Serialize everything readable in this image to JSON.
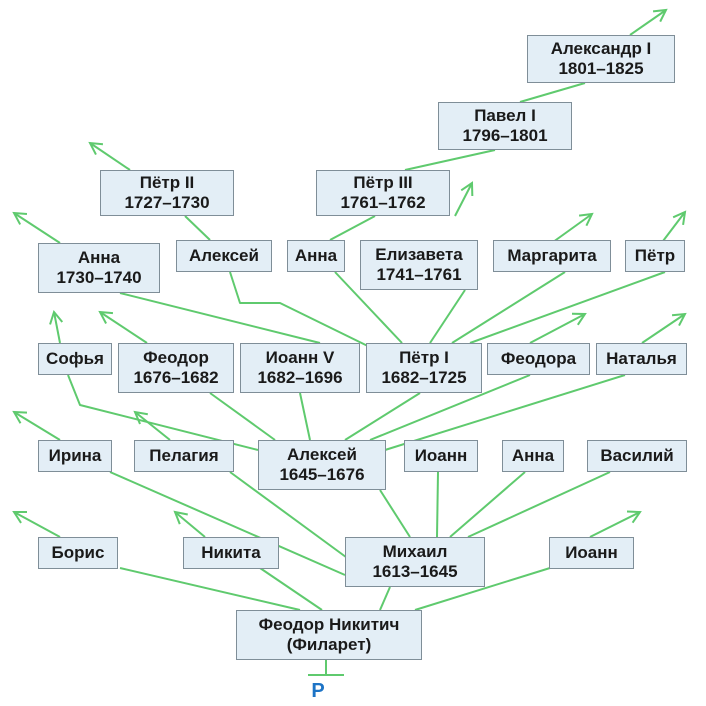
{
  "colors": {
    "line": "#5fca6e",
    "box_fill": "#e3eef6",
    "box_border": "#7f8e98",
    "text": "#1a1a1a",
    "root_letter": "#1d74c6"
  },
  "root_letter": "Р",
  "nodes": {
    "filaret": {
      "name": "Феодор Никитич",
      "years": "(Филарет)"
    },
    "boris": {
      "name": "Борис",
      "years": ""
    },
    "nikita": {
      "name": "Никита",
      "years": ""
    },
    "mikhail": {
      "name": "Михаил",
      "years": "1613–1645"
    },
    "ioann_g1": {
      "name": "Иоанн",
      "years": ""
    },
    "irina": {
      "name": "Ирина",
      "years": ""
    },
    "pelageya": {
      "name": "Пелагия",
      "years": ""
    },
    "aleksey_1645": {
      "name": "Алексей",
      "years": "1645–1676"
    },
    "ioann_g2": {
      "name": "Иоанн",
      "years": ""
    },
    "anna_g2": {
      "name": "Анна",
      "years": ""
    },
    "vasiliy": {
      "name": "Василий",
      "years": ""
    },
    "sofya": {
      "name": "Софья",
      "years": ""
    },
    "feodor": {
      "name": "Феодор",
      "years": "1676–1682"
    },
    "ioann_v": {
      "name": "Иоанн V",
      "years": "1682–1696"
    },
    "petr_i": {
      "name": "Пётр I",
      "years": "1682–1725"
    },
    "feodora": {
      "name": "Феодора",
      "years": ""
    },
    "natalya": {
      "name": "Наталья",
      "years": ""
    },
    "anna_1730": {
      "name": "Анна",
      "years": "1730–1740"
    },
    "aleksey_g4": {
      "name": "Алексей",
      "years": ""
    },
    "anna_g4": {
      "name": "Анна",
      "years": ""
    },
    "elizaveta": {
      "name": "Елизавета",
      "years": "1741–1761"
    },
    "margarita": {
      "name": "Маргарита",
      "years": ""
    },
    "petr_g4": {
      "name": "Пётр",
      "years": ""
    },
    "petr_ii": {
      "name": "Пётр II",
      "years": "1727–1730"
    },
    "petr_iii": {
      "name": "Пётр III",
      "years": "1761–1762"
    },
    "pavel_i": {
      "name": "Павел I",
      "years": "1796–1801"
    },
    "aleksandr_i": {
      "name": "Александр I",
      "years": "1801–1825"
    }
  }
}
